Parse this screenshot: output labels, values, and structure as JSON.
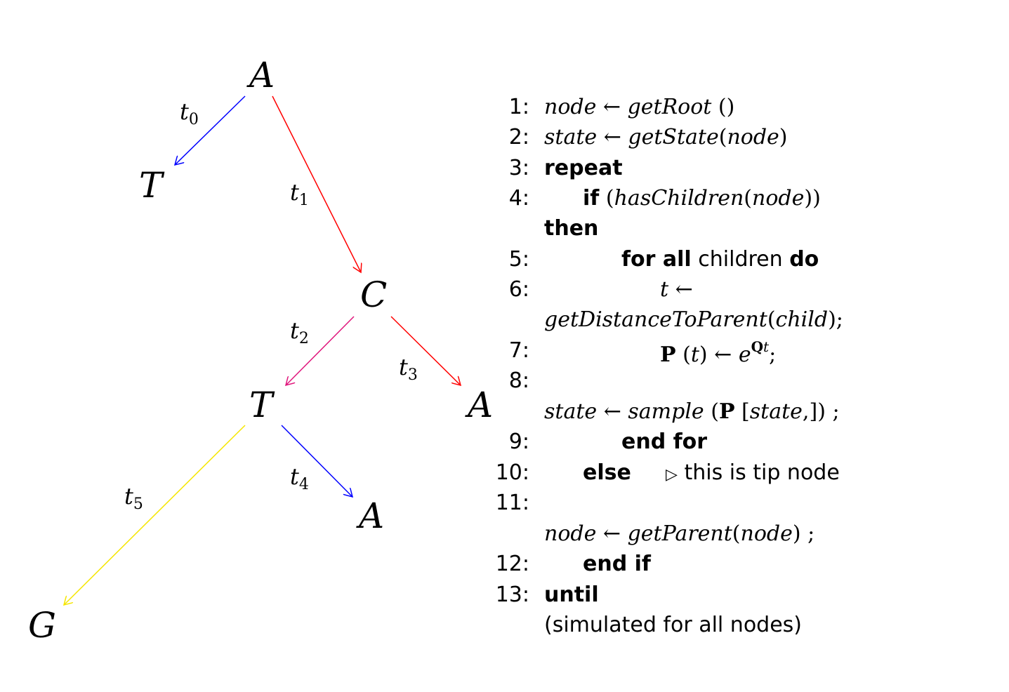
{
  "tree": {
    "nodes": [
      {
        "id": "root",
        "label": "A"
      },
      {
        "id": "t-left",
        "label": "T"
      },
      {
        "id": "c",
        "label": "C"
      },
      {
        "id": "t-mid",
        "label": "T"
      },
      {
        "id": "a-right",
        "label": "A"
      },
      {
        "id": "a-low",
        "label": "A"
      },
      {
        "id": "g",
        "label": "G"
      }
    ],
    "edges": [
      {
        "id": "e0",
        "from": "root",
        "to": "t-left",
        "label_base": "t",
        "label_sub": "0",
        "color": "#0000ff"
      },
      {
        "id": "e1",
        "from": "root",
        "to": "c",
        "label_base": "t",
        "label_sub": "1",
        "color": "#ff0000"
      },
      {
        "id": "e2",
        "from": "c",
        "to": "t-mid",
        "label_base": "t",
        "label_sub": "2",
        "color": "#e0167c"
      },
      {
        "id": "e3",
        "from": "c",
        "to": "a-right",
        "label_base": "t",
        "label_sub": "3",
        "color": "#ff0000"
      },
      {
        "id": "e4",
        "from": "t-mid",
        "to": "a-low",
        "label_base": "t",
        "label_sub": "4",
        "color": "#0000ff"
      },
      {
        "id": "e5",
        "from": "t-mid",
        "to": "g",
        "label_base": "t",
        "label_sub": "5",
        "color": "#f5e600"
      }
    ]
  },
  "algorithm": {
    "line_numbers": [
      "1:",
      "2:",
      "3:",
      "4:",
      "5:",
      "6:",
      "7:",
      "8:",
      "9:",
      "10:",
      "11:",
      "12:",
      "13:"
    ],
    "l1": {
      "var": "node",
      "arrow": "←",
      "fn": "getRoot",
      "args": "()"
    },
    "l2": {
      "var": "state",
      "arrow": "←",
      "fn": "getState",
      "args_open": "(",
      "arg": "node",
      "args_close": ")"
    },
    "l3": {
      "kw": "repeat"
    },
    "l4": {
      "kw": "if",
      "open": "(",
      "fn": "hasChildren",
      "inner_open": "(",
      "arg": "node",
      "inner_close": "))",
      "then": "then"
    },
    "l5": {
      "kw1": "for all",
      "text": "children",
      "kw2": "do"
    },
    "l6": {
      "var": "t",
      "arrow": "←",
      "fn": "getDistanceToParent",
      "open": "(",
      "arg": "child",
      "close": ")",
      "semi": ";"
    },
    "l7": {
      "bold_p": "P",
      "open": "(",
      "arg": "t",
      "close": ")",
      "arrow": "←",
      "e": "e",
      "sup_q": "Q",
      "sup_t": "t",
      "semi": ";"
    },
    "l8": {
      "var": "state",
      "arrow": "←",
      "fn": "sample",
      "open": "(",
      "bold_p": "P",
      "bracket_open": "[",
      "arg": "state",
      "comma": ",",
      "bracket_close": "]",
      "close": ")",
      "semi": ";"
    },
    "l9": {
      "kw": "end for"
    },
    "l10": {
      "kw": "else",
      "comment_mark": "▷",
      "comment": "this is tip node"
    },
    "l11": {
      "var": "node",
      "arrow": "←",
      "fn": "getParent",
      "open": "(",
      "arg": "node",
      "close": ")",
      "semi": ";"
    },
    "l12": {
      "kw": "end if"
    },
    "l13": {
      "kw": "until",
      "cond": "(simulated for all nodes)"
    }
  }
}
